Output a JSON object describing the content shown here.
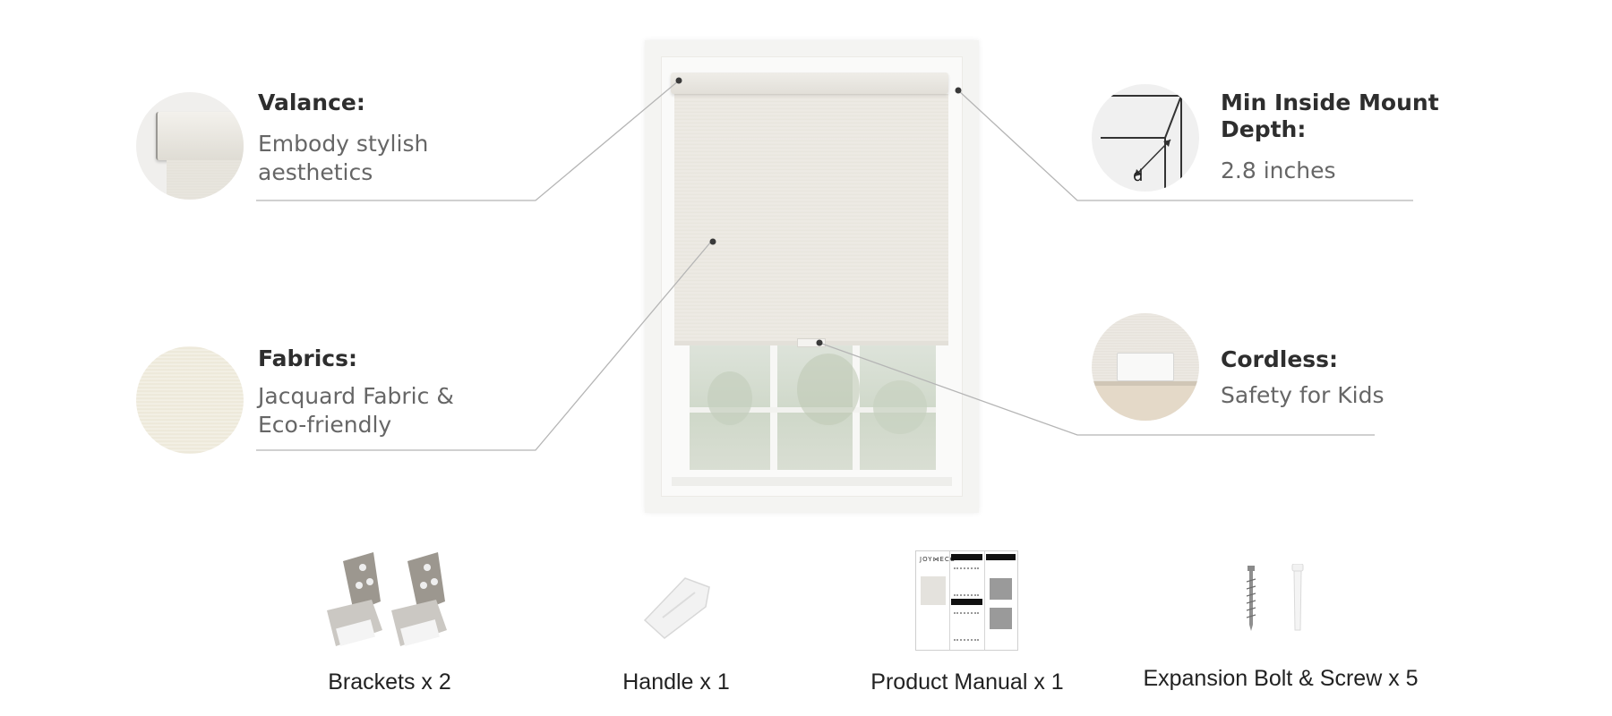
{
  "features": {
    "valance": {
      "title": "Valance:",
      "desc_line1": "Embody stylish",
      "desc_line2": "aesthetics"
    },
    "fabrics": {
      "title": "Fabrics:",
      "desc_line1": "Jacquard Fabric &",
      "desc_line2": "Eco-friendly"
    },
    "mount_depth": {
      "title_line1": "Min Inside Mount",
      "title_line2": "Depth:",
      "value": "2.8 inches",
      "diagram_label": "d"
    },
    "cordless": {
      "title": "Cordless:",
      "desc": "Safety for Kids"
    }
  },
  "accessories": [
    {
      "label": "Brackets x 2"
    },
    {
      "label": "Handle x 1"
    },
    {
      "label": "Product Manual x 1"
    },
    {
      "label": "Expansion Bolt & Screw x 5"
    }
  ],
  "manual": {
    "brand": "JOY⋈ECO"
  },
  "colors": {
    "fabric": "#ece9e2",
    "frame": "#f7f7f5",
    "line": "#b5b5b5",
    "dot": "#3a3a3a"
  }
}
